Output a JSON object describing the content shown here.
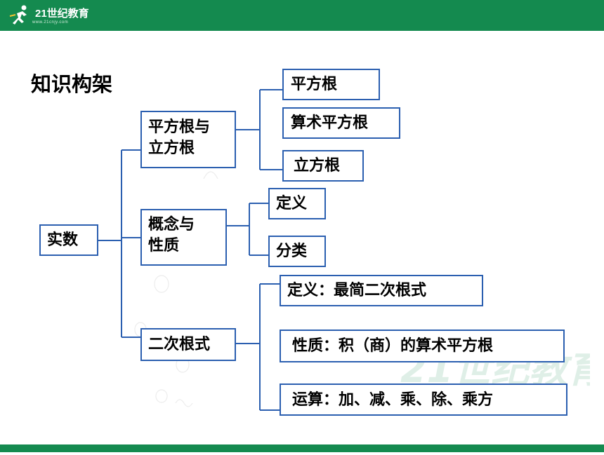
{
  "header": {
    "logo_text": "21世纪教育",
    "logo_sub": "www.21cnjy.com"
  },
  "title": "知识构架",
  "colors": {
    "brand_green": "#148a4f",
    "box_border": "#2b5fb0",
    "connector": "#2b5fb0"
  },
  "nodes": {
    "root": "实数",
    "branch1": {
      "line1": "平方根与",
      "line2": "立方根"
    },
    "branch2": {
      "line1": "概念与",
      "line2": "性质"
    },
    "branch3": "二次根式",
    "b1_leaf1": "平方根",
    "b1_leaf2": "算术平方根",
    "b1_leaf3": "立方根",
    "b2_leaf1": "定义",
    "b2_leaf2": "分类",
    "b3_leaf1": "定义：最简二次根式",
    "b3_leaf2": "性质：积（商）的算术平方根",
    "b3_leaf3": "运算：加、减、乘、除、乘方"
  },
  "watermark_text": "21世纪教育"
}
